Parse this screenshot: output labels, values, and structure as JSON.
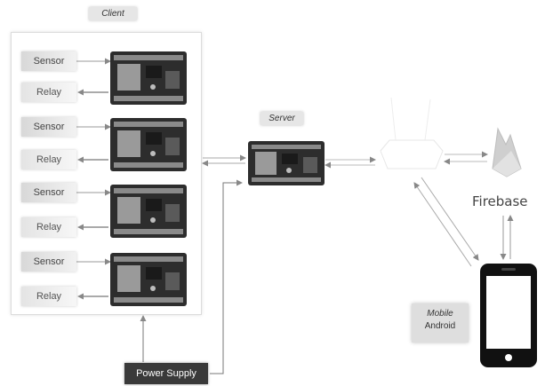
{
  "client": {
    "label": "Client"
  },
  "server": {
    "label": "Server"
  },
  "rows": [
    {
      "sensor": "Sensor",
      "relay": "Relay"
    },
    {
      "sensor": "Sensor",
      "relay": "Relay"
    },
    {
      "sensor": "Sensor",
      "relay": "Relay"
    },
    {
      "sensor": "Sensor",
      "relay": "Relay"
    }
  ],
  "power_supply": {
    "label": "Power Supply"
  },
  "firebase": {
    "label": "Firebase"
  },
  "mobile": {
    "line1": "Mobile",
    "line2": "Android"
  },
  "colors": {
    "board_dark": "#2d2d2d",
    "board_mid": "#5a5a5a",
    "firebase": "#c9c9c9",
    "phone": "#111111"
  }
}
